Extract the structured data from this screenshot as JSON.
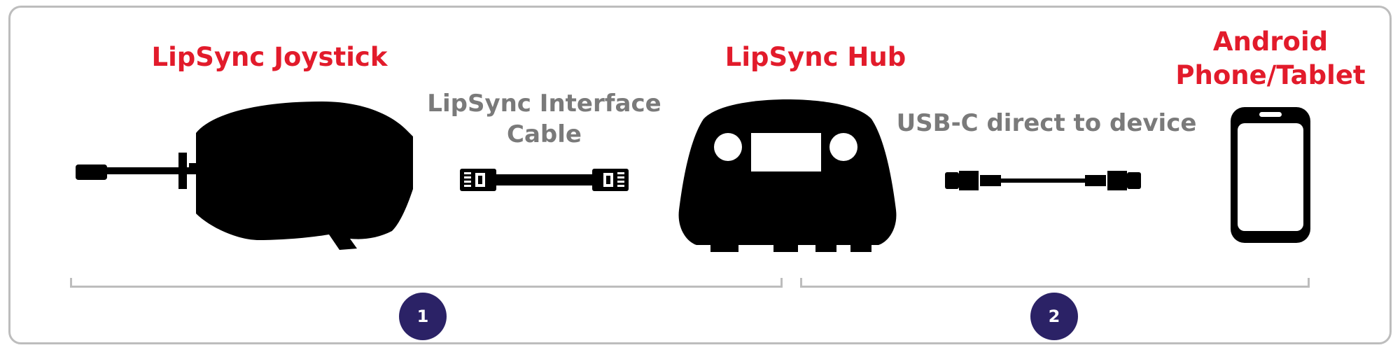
{
  "title_joystick": "LipSync Joystick",
  "title_hub": "LipSync Hub",
  "title_android_line1": "Android",
  "title_android_line2": "Phone/Tablet",
  "cable1_line1": "LipSync Interface",
  "cable1_line2": "Cable",
  "cable2_label": "USB-C direct to device",
  "step_1": "1",
  "step_2": "2",
  "colors": {
    "title_red": "#e21b2b",
    "label_gray": "#7a7a7a",
    "badge_navy": "#2b2266",
    "bracket_gray": "#bdbdbd"
  },
  "icons": [
    "joystick-device-icon",
    "interface-cable-icon",
    "hub-device-icon",
    "usb-c-cable-icon",
    "smartphone-icon"
  ]
}
